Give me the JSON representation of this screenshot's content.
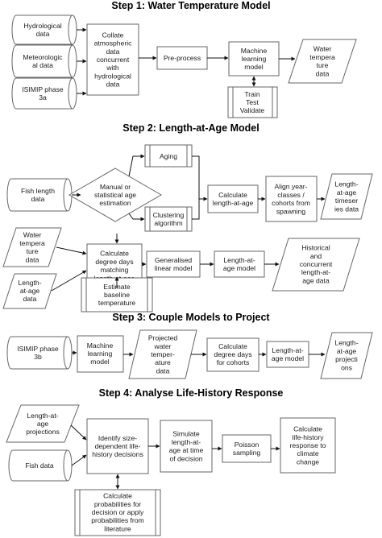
{
  "steps": {
    "step1": "Step 1: Water Temperature Model",
    "step2": "Step 2: Length-at-Age Model",
    "step3": "Step 3: Couple Models to Project",
    "step4": "Step 4: Analyse Life-History Response"
  },
  "nodes": {
    "s1_hydro": "Hydrological data",
    "s1_meteo": "Meteorological data",
    "s1_isimip": "ISIMIP phase 3a",
    "s1_collate": "Collate atmospheric data concurrent with hydrological data",
    "s1_preprocess": "Pre-process",
    "s1_ml": "Machine learning model",
    "s1_ttv": "Train Test Validate",
    "s1_wt": "Water temperature data",
    "s2_fish": "Fish length data",
    "s2_manual": "Manual or statistical age estimation",
    "s2_aging": "Aging",
    "s2_cluster": "Clustering algorithm",
    "s2_calc_laa": "Calculate length-at-age",
    "s2_align": "Align year-classes / cohorts from spawning",
    "s2_laa_ts": "Length-at-age timeseries data",
    "s2_wt": "Water temperature data",
    "s2_degree": "Calculate degree days matching length-at-age",
    "s2_glm": "Generalised linear model",
    "s2_laa_model": "Length-at-age model",
    "s2_hist": "Historical and concurrent length-at-age data",
    "s2_laa_data": "Length-at-age data",
    "s2_baseline": "Estimate baseline temperature",
    "s3_isimip": "ISIMIP phase 3b",
    "s3_ml": "Machine learning model",
    "s3_proj_wt": "Projected water temperature data",
    "s3_degree": "Calculate degree days for cohorts",
    "s3_laa_model": "Length-at-age model",
    "s3_proj": "Length-at-age projections",
    "s4_proj": "Length-at-age projections",
    "s4_fish": "Fish data",
    "s4_identify": "Identify size-dependent life-history decisions",
    "s4_simulate": "Simulate length-at-age at time of decision",
    "s4_poisson": "Poisson sampling",
    "s4_response": "Calculate life-history response to climate change",
    "s4_prob": "Calculate probabilities for decision or apply probabilities from literature"
  },
  "wrapped": {
    "s1_hydro": [
      "Hydrological",
      "data"
    ],
    "s1_meteo": [
      "Meteorologic",
      "al data"
    ],
    "s1_isimip": [
      "ISIMIP phase",
      "3a"
    ],
    "s1_collate": [
      "Collate",
      "atmospheric",
      "data",
      "concurrent",
      "with",
      "hydrological",
      "data"
    ],
    "s1_preprocess": [
      "Pre-process"
    ],
    "s1_ml": [
      "Machine",
      "learning",
      "model"
    ],
    "s1_ttv": [
      "Train",
      "Test",
      "Validate"
    ],
    "s1_wt": [
      "Water",
      "tempera",
      "ture",
      "data"
    ],
    "s2_fish": [
      "Fish length",
      "data"
    ],
    "s2_manual": [
      "Manual or",
      "statistical age",
      "estimation"
    ],
    "s2_aging": [
      "Aging"
    ],
    "s2_cluster": [
      "Clustering",
      "algorithm"
    ],
    "s2_calc_laa": [
      "Calculate",
      "length-at-age"
    ],
    "s2_align": [
      "Align year-",
      "classes /",
      "cohorts from",
      "spawning"
    ],
    "s2_laa_ts": [
      "Length-",
      "at-age",
      "timeser",
      "ies data"
    ],
    "s2_wt": [
      "Water",
      "tempera",
      "ture",
      "data"
    ],
    "s2_degree": [
      "Calculate",
      "degree days",
      "matching",
      "length-at-age"
    ],
    "s2_glm": [
      "Generalised",
      "linear model"
    ],
    "s2_laa_model": [
      "Length-at-",
      "age model"
    ],
    "s2_hist": [
      "Historical",
      "and",
      "concurrent",
      "length-at-",
      "age data"
    ],
    "s2_laa_data": [
      "Length-",
      "at-age",
      "data"
    ],
    "s2_baseline": [
      "Estimate",
      "baseline",
      "temperature"
    ],
    "s3_isimip": [
      "ISIMIP phase",
      "3b"
    ],
    "s3_ml": [
      "Machine",
      "learning",
      "model"
    ],
    "s3_proj_wt": [
      "Projected",
      "water",
      "temper-",
      "ature",
      "data"
    ],
    "s3_degree": [
      "Calculate",
      "degree days",
      "for cohorts"
    ],
    "s3_laa_model": [
      "Length-at-",
      "age model"
    ],
    "s3_proj": [
      "Length-",
      "at-age",
      "projecti",
      "ons"
    ],
    "s4_proj": [
      "Length-at-",
      "age",
      "projections"
    ],
    "s4_fish": [
      "Fish data"
    ],
    "s4_identify": [
      "Identify size-",
      "dependent life-",
      "history decisions"
    ],
    "s4_simulate": [
      "Simulate",
      "length-at-",
      "age at time",
      "of decision"
    ],
    "s4_poisson": [
      "Poisson",
      "sampling"
    ],
    "s4_response": [
      "Calculate",
      "life-history",
      "response to",
      "climate",
      "change"
    ],
    "s4_prob": [
      "Calculate",
      "probabilities for",
      "decision or apply",
      "probabilities from",
      "literature"
    ]
  }
}
